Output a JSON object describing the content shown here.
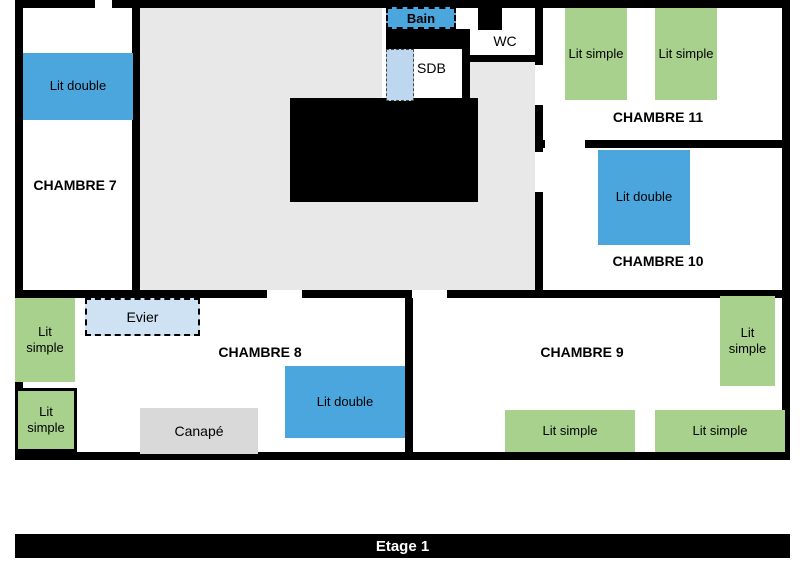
{
  "title_bar": {
    "label": "Etage 1"
  },
  "rooms": {
    "chambre7": {
      "label": "CHAMBRE 7"
    },
    "chambre8": {
      "label": "CHAMBRE 8"
    },
    "chambre9": {
      "label": "CHAMBRE 9"
    },
    "chambre10": {
      "label": "CHAMBRE 10"
    },
    "chambre11": {
      "label": "CHAMBRE 11"
    }
  },
  "furniture": {
    "lit_double": "Lit double",
    "lit_simple": "Lit simple",
    "canape": "Canapé",
    "evier": "Evier"
  },
  "sanitary": {
    "bain": "Bain",
    "sdb": "SDB",
    "wc": "WC"
  },
  "colors": {
    "double_bed": "#4aa6dc",
    "single_bed": "#a9d18e",
    "bain": "#4aa6dc",
    "tub": "#bdd7ee",
    "evier": "#cfe2f3",
    "hall_floor": "#e8e8e8",
    "sofa": "#d9d9d9",
    "wall": "#000000",
    "title_bg": "#000000",
    "title_text": "#ffffff"
  }
}
